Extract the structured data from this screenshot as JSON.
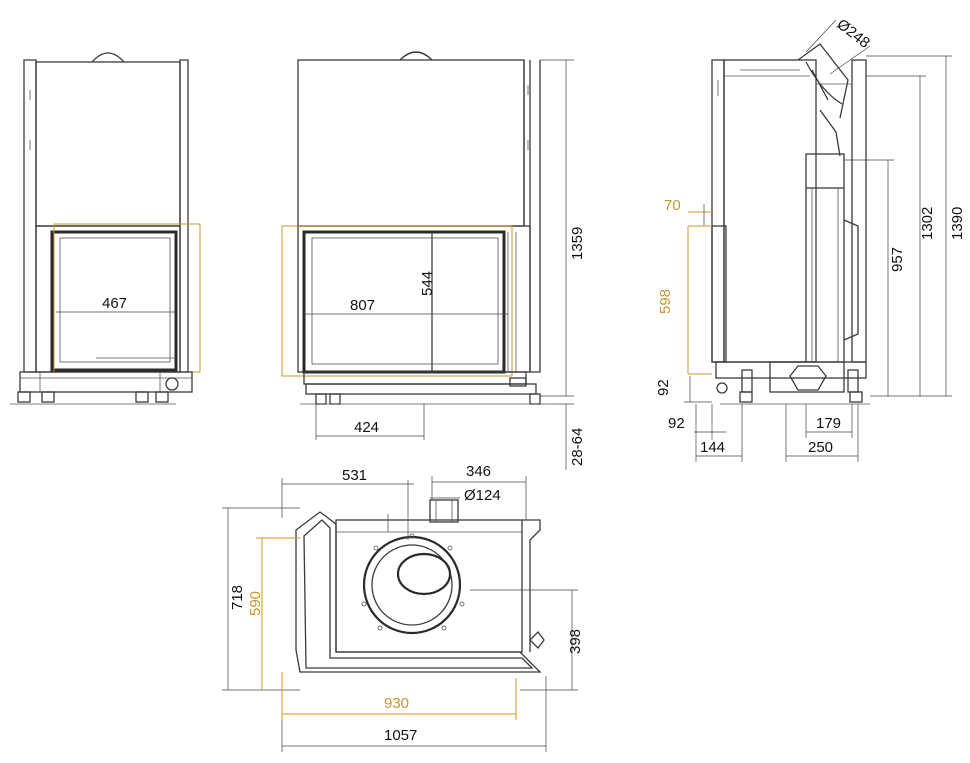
{
  "dimensions": {
    "front_width": "467",
    "side_width": "807",
    "glass_height": "544",
    "total_height": "1359",
    "leg_offset": "424",
    "leg_height": "28-64",
    "flue_diameter": "Ø248",
    "height_1390": "1390",
    "height_1302": "1302",
    "height_957": "957",
    "dim_70": "70",
    "dim_598": "598",
    "dim_92_vertical": "92",
    "dim_92": "92",
    "dim_144": "144",
    "dim_179": "179",
    "dim_250": "250",
    "dim_531": "531",
    "dim_346": "346",
    "air_diameter": "Ø124",
    "depth_718": "718",
    "depth_590": "590",
    "dim_398": "398",
    "width_930": "930",
    "width_1057": "1057"
  },
  "colors": {
    "line": "#3a3a3a",
    "dimension_orange": "#c9952f",
    "background": "#ffffff"
  }
}
